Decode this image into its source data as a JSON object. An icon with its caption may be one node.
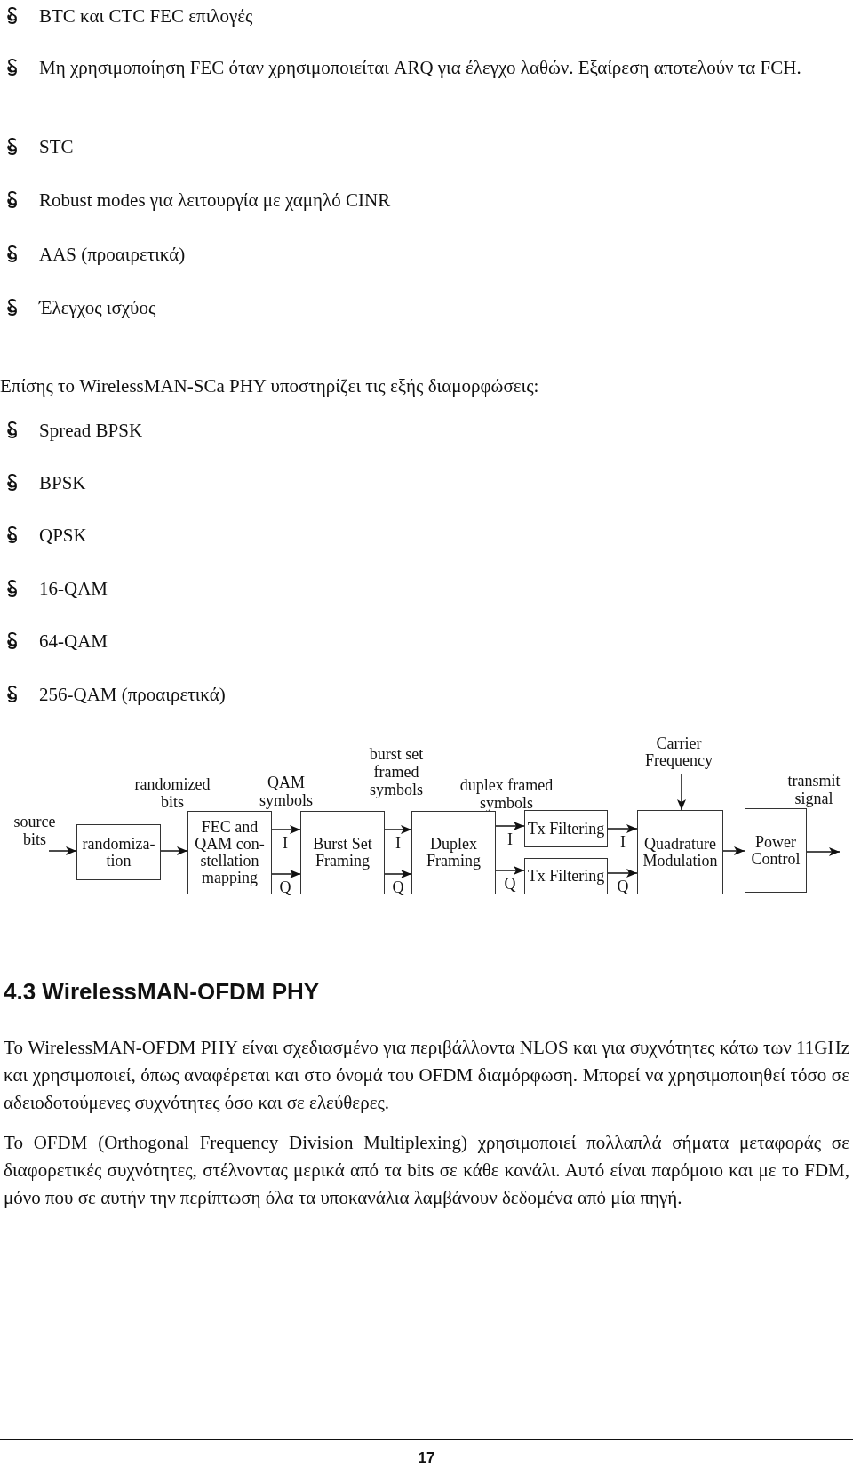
{
  "diagram": {
    "nodes": [
      {
        "text": [
          "randomiza- tion"
        ]
      },
      {
        "text": [
          "FEC and QAM con- stellation mapping"
        ]
      },
      {
        "text": [
          "Burst Set Framing"
        ]
      },
      {
        "text": [
          "Duplex Framing"
        ]
      },
      {
        "text": [
          "Tx Filtering"
        ]
      },
      {
        "text": [
          "Tx Filtering"
        ]
      },
      {
        "text": [
          "Carrier Frequency"
        ]
      },
      {
        "text": [
          "Quadrature Modulation"
        ]
      },
      {
        "text": [
          "Power Control"
        ]
      }
    ],
    "edges": [
      {
        "from": null,
        "to": 0,
        "arrow": "to",
        "label": "source bits"
      },
      {
        "from": 0,
        "to": 1,
        "arrow": "to",
        "label": "randomized bits"
      },
      {
        "from": 1,
        "to": 2,
        "arrow": "to",
        "label": "I"
      },
      {
        "from": 1,
        "to": 2,
        "arrow": "to",
        "label": "Q"
      },
      {
        "from": 2,
        "to": 3,
        "arrow": "to",
        "label": "I"
      },
      {
        "from": 2,
        "to": 3,
        "arrow": "to",
        "label": "Q"
      },
      {
        "from": 3,
        "to": 4,
        "arrow": "to",
        "label": "I"
      },
      {
        "from": 3,
        "to": 5,
        "arrow": "to",
        "label": "Q"
      },
      {
        "from": 4,
        "to": 7,
        "arrow": "to",
        "label": "I"
      },
      {
        "from": 5,
        "to": 7,
        "arrow": "to",
        "label": "Q"
      },
      {
        "from": 6,
        "to": 7,
        "arrow": "to"
      },
      {
        "from": 7,
        "to": 8,
        "arrow": "to"
      },
      {
        "from": 8,
        "to": null,
        "arrow": "to",
        "label": "transmit signal"
      }
    ],
    "labels": [
      "BTC και CTC FEC επιλογές",
      "Μη χρησιμοποίηση FEC όταν χρησιμοποιείται ARQ για έλεγχο λαθών. Εξαίρεση αποτελούν τα FCH.",
      "STC",
      "Robust modes για λειτουργία με χαμηλό CINR",
      "AAS (προαιρετικά)",
      "Έλεγχος ισχύος",
      "Επίσης το WirelessMAN-SCa PHY υποστηρίζει τις εξής διαμορφώσεις:",
      "Spread BPSK",
      "BPSK",
      "QPSK",
      "16-QAM",
      "64-QAM",
      "256-QAM (προαιρετικά)",
      "burst set framed symbols",
      "QAM symbols",
      "duplex framed symbols",
      "4.3 WirelessMAN-OFDM PHY",
      "Το WirelessMAN-OFDM PHY είναι σχεδιασμένο για περιβάλλοντα NLOS και για συχνότητες κάτω των 11GHz και χρησιμοποιεί, όπως αναφέρεται και στο όνομά του OFDM διαμόρφωση. Μπορεί να χρησιμοποιηθεί τόσο σε αδειοδοτούμενες συχνότητες όσο και σε ελεύθερες.",
      "Το OFDM (Orthogonal Frequency Division Multiplexing) χρησιμοποιεί πολλαπλά σήματα μεταφοράς σε διαφορετικές συχνότητες, στέλνοντας μερικά από τα bits σε κάθε κανάλι. Αυτό είναι παρόμοιο και με το FDM, μόνο που σε αυτήν την περίπτωση όλα τα υποκανάλια λαμβάνουν δεδομένα από μία πηγή.",
      "17"
    ]
  }
}
